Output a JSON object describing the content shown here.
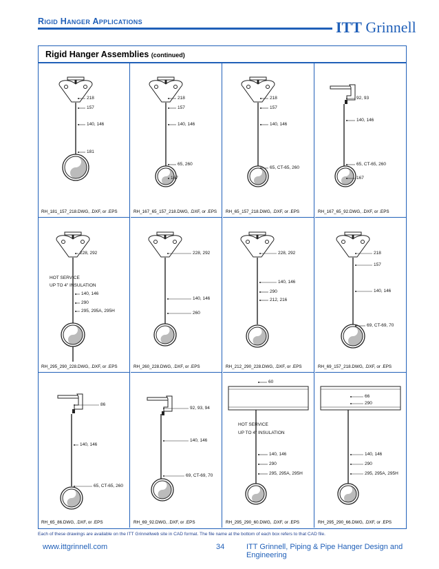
{
  "header": {
    "section_title": "Rigid Hanger Applications",
    "brand_bold": "ITT",
    "brand_regular": "Grinnell"
  },
  "panel": {
    "title": "Rigid Hanger Assemblies",
    "subtitle": "(continued)"
  },
  "cells": [
    {
      "file": "RH_181_157_218.DWG, .DXF, or .EPS",
      "labels": [
        "218",
        "157",
        "140, 146",
        "181"
      ]
    },
    {
      "file": "RH_167_65_157_218.DWG, .DXF, or .EPS",
      "labels": [
        "218",
        "157",
        "140, 146",
        "65, 260",
        "167"
      ]
    },
    {
      "file": "RH_65_157_218.DWG, .DXF, or .EPS",
      "labels": [
        "218",
        "157",
        "140, 146",
        "65, CT-65, 260"
      ]
    },
    {
      "file": "RH_167_65_92.DWG, .DXF, or .EPS",
      "labels": [
        "92, 93",
        "140, 146",
        "65, CT-65, 260",
        "167"
      ]
    },
    {
      "file": "RH_295_290_228.DWG, .DXF, or .EPS",
      "labels": [
        "228, 292",
        "HOT SERVICE",
        "UP TO 4\" INSULATION",
        "140, 146",
        "290",
        "295, 295A, 295H"
      ]
    },
    {
      "file": "RH_260_228.DWG, .DXF, or .EPS",
      "labels": [
        "228, 292",
        "140, 146",
        "260"
      ]
    },
    {
      "file": "RH_212_290_228.DWG, .DXF, or .EPS",
      "labels": [
        "228, 292",
        "140, 146",
        "290",
        "212, 216"
      ]
    },
    {
      "file": "RH_69_157_218.DWG, .DXF, or .EPS",
      "labels": [
        "218",
        "157",
        "140, 146",
        "69, CT-69, 70"
      ]
    },
    {
      "file": "RH_65_86.DWG, .DXF, or .EPS",
      "labels": [
        "86",
        "140, 146",
        "65, CT-65, 260"
      ]
    },
    {
      "file": "RH_69_92.DWG, .DXF, or .EPS",
      "labels": [
        "92, 93, 94",
        "140, 146",
        "69, CT-69, 70"
      ]
    },
    {
      "file": "RH_295_290_60.DWG, .DXF, or .EPS",
      "labels": [
        "60",
        "HOT SERVICE",
        "UP TO 4\" INSULATION",
        "140, 146",
        "290",
        "295, 295A, 295H"
      ]
    },
    {
      "file": "RH_295_290_66.DWG, .DXF, or .EPS",
      "labels": [
        "66",
        "290",
        "140, 146",
        "290",
        "295, 295A, 295H"
      ]
    }
  ],
  "footnote": "Each of these drawings are available on the ITT Grinnellweb site in CAD format. The file name at the bottom of each box refers to that CAD file.",
  "footer": {
    "url": "www.ittgrinnell.com",
    "page": "34",
    "company": "ITT Grinnell, Piping & Pipe Hanger Design and Engineering"
  }
}
